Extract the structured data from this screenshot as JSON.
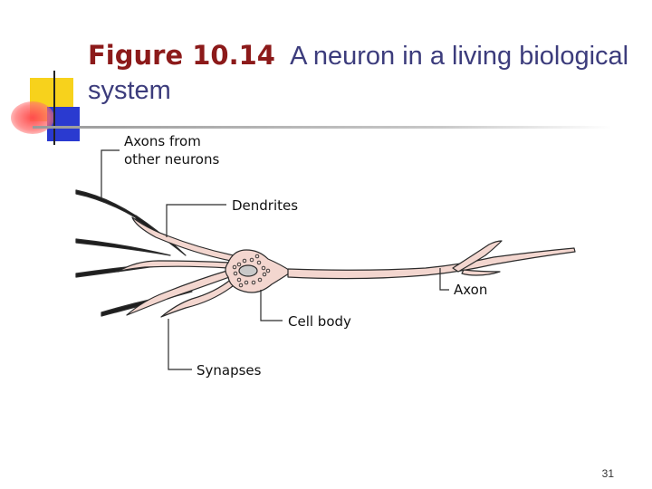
{
  "slide": {
    "title_fig": "Figure 10.14",
    "title_text": "A neuron in a living biological system",
    "page_number": "31"
  },
  "diagram": {
    "labels": {
      "axons_line1": "Axons from",
      "axons_line2": "other neurons",
      "dendrites": "Dendrites",
      "axon": "Axon",
      "cell_body": "Cell body",
      "synapses": "Synapses"
    }
  },
  "colors": {
    "neuron_fill": "#f3d6cf",
    "outline": "#2b2b2b",
    "deco_yellow": "#f7d21c",
    "deco_blue": "#2a3ad0",
    "deco_red": "#ff4d4d"
  }
}
